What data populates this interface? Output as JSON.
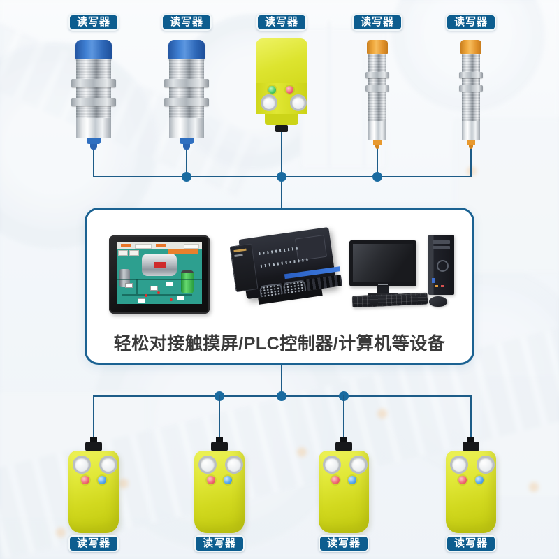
{
  "colors": {
    "connection_line": "#1d5c88",
    "junction_dot": "#1a6ba0",
    "badge_background": "#0d5d8f",
    "badge_text": "#ffffff",
    "hub_border": "#1b6292",
    "caption_text": "#3a3a3a",
    "sensor_yellow": "#dce32a",
    "sensor_cap_blue": "#2f74c8",
    "sensor_cap_orange": "#e8992e",
    "led_green": "#4ecb68",
    "led_red": "#ef6a74",
    "led_blue": "#58a8ec"
  },
  "top_row": {
    "devices": [
      {
        "label": "读写器",
        "kind": "cylindrical-sensor-large-blue-cap"
      },
      {
        "label": "读写器",
        "kind": "cylindrical-sensor-large-blue-cap"
      },
      {
        "label": "读写器",
        "kind": "block-sensor-yellow"
      },
      {
        "label": "读写器",
        "kind": "cylindrical-sensor-thin-orange-cap"
      },
      {
        "label": "读写器",
        "kind": "cylindrical-sensor-thin-orange-cap"
      }
    ]
  },
  "hub": {
    "caption": "轻松对接触摸屏/PLC控制器/计算机等设备",
    "devices": [
      {
        "name": "touchscreen-hmi"
      },
      {
        "name": "plc-controller"
      },
      {
        "name": "desktop-computer"
      }
    ]
  },
  "bottom_row": {
    "devices": [
      {
        "label": "读写器",
        "kind": "block-reader-yellow"
      },
      {
        "label": "读写器",
        "kind": "block-reader-yellow"
      },
      {
        "label": "读写器",
        "kind": "block-reader-yellow"
      },
      {
        "label": "读写器",
        "kind": "block-reader-yellow"
      }
    ]
  }
}
